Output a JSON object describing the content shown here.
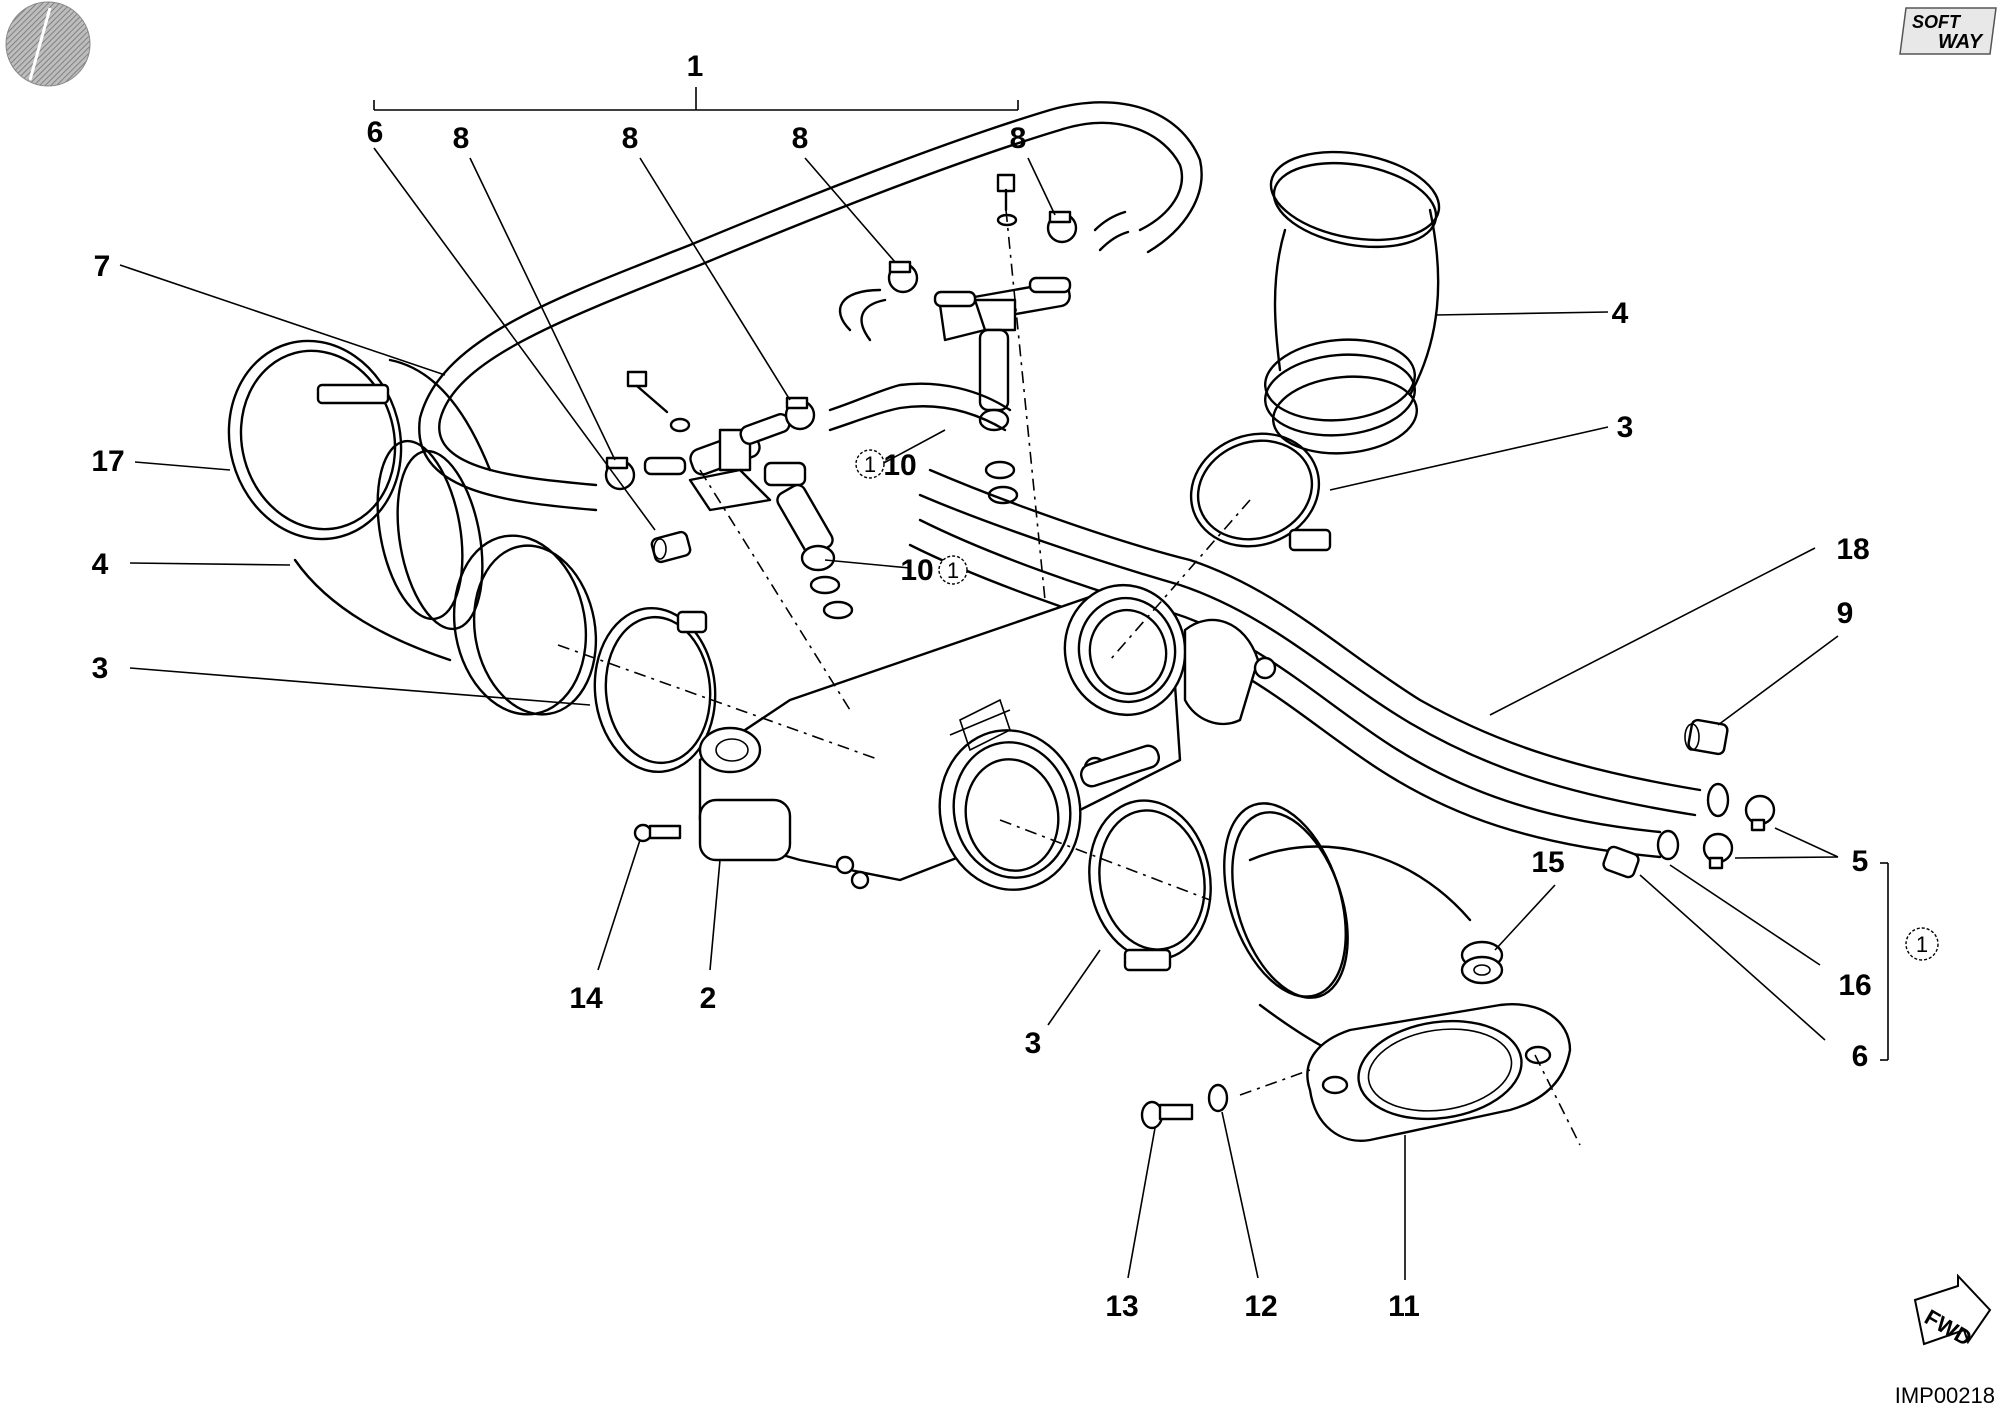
{
  "drawing_code": "IMP00218",
  "brand": {
    "line1": "SOFT",
    "line2": "WAY"
  },
  "fwd_label": "FWD",
  "callouts": {
    "c1": "1",
    "c2": "2",
    "c3a": "3",
    "c3b": "3",
    "c3c": "3",
    "c4a": "4",
    "c4b": "4",
    "c5": "5",
    "c6a": "6",
    "c6b": "6",
    "c7": "7",
    "c8a": "8",
    "c8b": "8",
    "c8c": "8",
    "c8d": "8",
    "c9": "9",
    "c10a": "10",
    "c10b": "10",
    "c11": "11",
    "c12": "12",
    "c13": "13",
    "c14": "14",
    "c15": "15",
    "c16": "16",
    "c17": "17",
    "c18": "18"
  },
  "circled_refs": {
    "r1": "1",
    "r2": "1",
    "r3": "1"
  }
}
